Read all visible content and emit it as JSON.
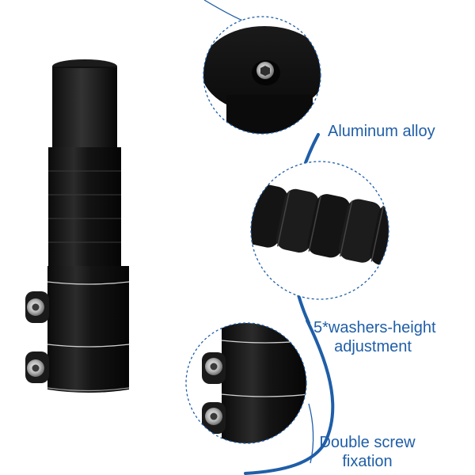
{
  "features": {
    "material": "Aluminum alloy",
    "washers_line1": "5*washers-height",
    "washers_line2": "adjustment",
    "fixation_line1": "Double screw",
    "fixation_line2": "fixation"
  },
  "colors": {
    "label_text": "#1f5ea8",
    "accent_arc": "#1f5ea8",
    "part_body": "#111111",
    "background": "#ffffff"
  }
}
